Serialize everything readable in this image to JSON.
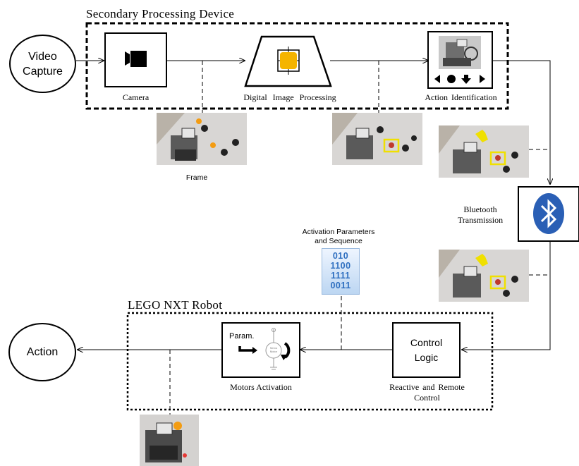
{
  "diagram": {
    "secondary_device": {
      "title": "Secondary Processing Device",
      "camera_label": "Camera",
      "dip_label": "Digital Image Processing",
      "action_id_label": "Action Identification"
    },
    "video_capture": {
      "line1": "Video",
      "line2": "Capture"
    },
    "frame_label": "Frame",
    "bluetooth": {
      "line1": "Bluetooth",
      "line2": "Transmission"
    },
    "activation": {
      "line1": "Activation Parameters",
      "line2": "and Sequence"
    },
    "binary_lines": [
      "010",
      "1100",
      "1111",
      "0011"
    ],
    "robot": {
      "title": "LEGO NXT Robot",
      "param_label": "Param.",
      "servo_text": "Servo Motor",
      "motors_label": "Motors Activation",
      "control_line1": "Control",
      "control_line2": "Logic",
      "reactive_line1": "Reactive  and Remote",
      "reactive_line2": "Control"
    },
    "action_label": "Action",
    "colors": {
      "bluetooth_blue": "#2a5fb5",
      "highlight_yellow": "#f0e000",
      "orange_ball": "#f39c12",
      "binary_blue": "#2f6fc0"
    }
  }
}
